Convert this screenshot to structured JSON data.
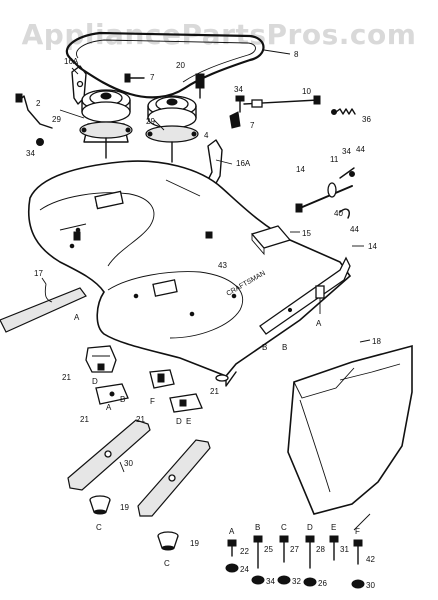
{
  "watermark": "AppliancePartsPros.com",
  "deck_lettering": "CRAFTSMAN",
  "callouts": {
    "belt": "8",
    "idler_top": "20",
    "bracket_left_upper": "16A",
    "bolt_top_left": "7",
    "nut_top": "34",
    "rod_right": "10",
    "spring_right": "36",
    "bolt_right": "7",
    "rod_left": "2",
    "nut_left": "34",
    "spindle_left": "29",
    "spindle_mid": "29",
    "hub_left": "4",
    "bracket_right": "16A",
    "clip_right": "44",
    "pin_right": "11",
    "nut_right_top": "34",
    "bar_right": "14",
    "washer_right": "40",
    "clip_right_lower": "44",
    "plate_center": "15",
    "deck_side": "14",
    "deck_side_label": "43",
    "arm_left": "17",
    "deflector": "18",
    "mount_left": "21",
    "mount_left_lower": "21",
    "mount_mid": "21",
    "mount_right": "21",
    "blade": "30",
    "adapter_left": "19",
    "adapter_right": "19"
  },
  "position_letters": {
    "deck_a1": "A",
    "deck_b": "B",
    "deck_b2": "B",
    "deck_a2": "A",
    "mount_d": "D",
    "mount_a": "A",
    "mount_b": "B",
    "mount_f": "F",
    "mount_d2": "D",
    "mount_e": "E",
    "blade_c1": "C",
    "blade_c2": "C"
  },
  "hardware_legend": [
    {
      "letter": "A",
      "part": "22",
      "item": "24"
    },
    {
      "letter": "B",
      "part": "25",
      "item": "34"
    },
    {
      "letter": "C",
      "part": "27",
      "item": "32"
    },
    {
      "letter": "D",
      "part": "28",
      "item": "26"
    },
    {
      "letter": "E",
      "part": "31",
      "item": ""
    },
    {
      "letter": "F",
      "part": "42",
      "item": "30"
    }
  ]
}
